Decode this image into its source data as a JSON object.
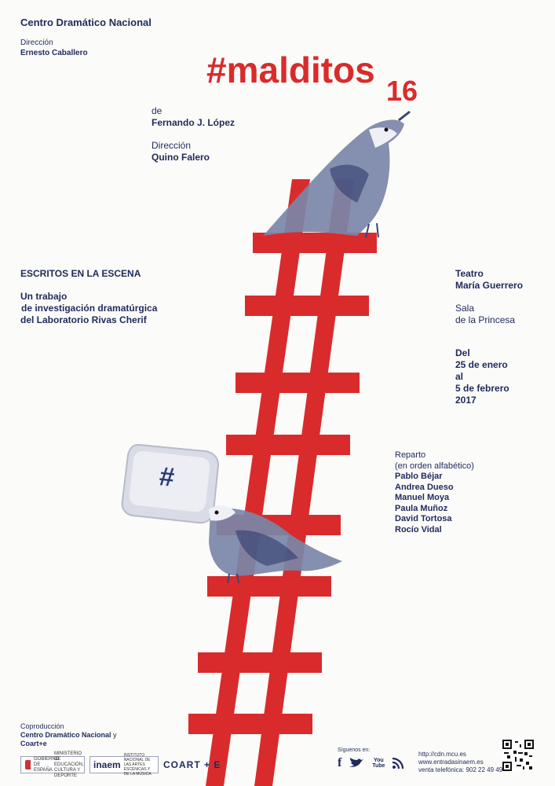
{
  "header": {
    "company": "Centro Dramático Nacional",
    "direction_label": "Dirección",
    "director": "Ernesto Caballero"
  },
  "title": {
    "main": "#malditos",
    "number": "16"
  },
  "credits": {
    "author_label": "de",
    "author": "Fernando J. López",
    "direction_label": "Dirección",
    "director": "Quino Falero"
  },
  "program": {
    "series": "ESCRITOS EN LA ESCENA",
    "line1": "Un trabajo",
    "line2": "de investigación dramatúrgica",
    "line3": "del Laboratorio Rivas Cherif"
  },
  "venue": {
    "theatre_line1": "Teatro",
    "theatre_line2": "María Guerrero",
    "room_line1": "Sala",
    "room_line2": "de la Princesa"
  },
  "dates": {
    "line1": "Del",
    "line2": "25 de enero",
    "line3": "al",
    "line4": "5 de febrero",
    "line5": "2017"
  },
  "cast": {
    "label": "Reparto",
    "order_note": "(en orden alfabético)",
    "members": [
      "Pablo Béjar",
      "Andrea Dueso",
      "Manuel Moya",
      "Paula Muñoz",
      "David Tortosa",
      "Rocío Vidal"
    ]
  },
  "keycap": {
    "symbol": "#"
  },
  "footer": {
    "coproduction_label": "Coproducción",
    "coproducer1": "Centro Dramático Nacional",
    "coproducer_and": "y",
    "coproducer2": "Coart+e",
    "follow_label": "Síguenos en:",
    "social": {
      "facebook": "f",
      "youtube": "You Tube"
    },
    "web1": "http://cdn.mcu.es",
    "web2": "www.entradasinaem.es",
    "phone": "venta telefónica: 902 22 49 49",
    "logos": {
      "gobierno": "GOBIERNO DE ESPAÑA",
      "ministerio": "MINISTERIO DE EDUCACIÓN, CULTURA Y DEPORTE",
      "inaem": "inaem",
      "inaem_sub": "INSTITUTO NACIONAL DE LAS ARTES ESCÉNICAS Y DE LA MÚSICA",
      "coart": "COART + E"
    }
  },
  "colors": {
    "accent_red": "#d92b2b",
    "navy": "#1f2a5c",
    "background": "#fbfbf9"
  }
}
